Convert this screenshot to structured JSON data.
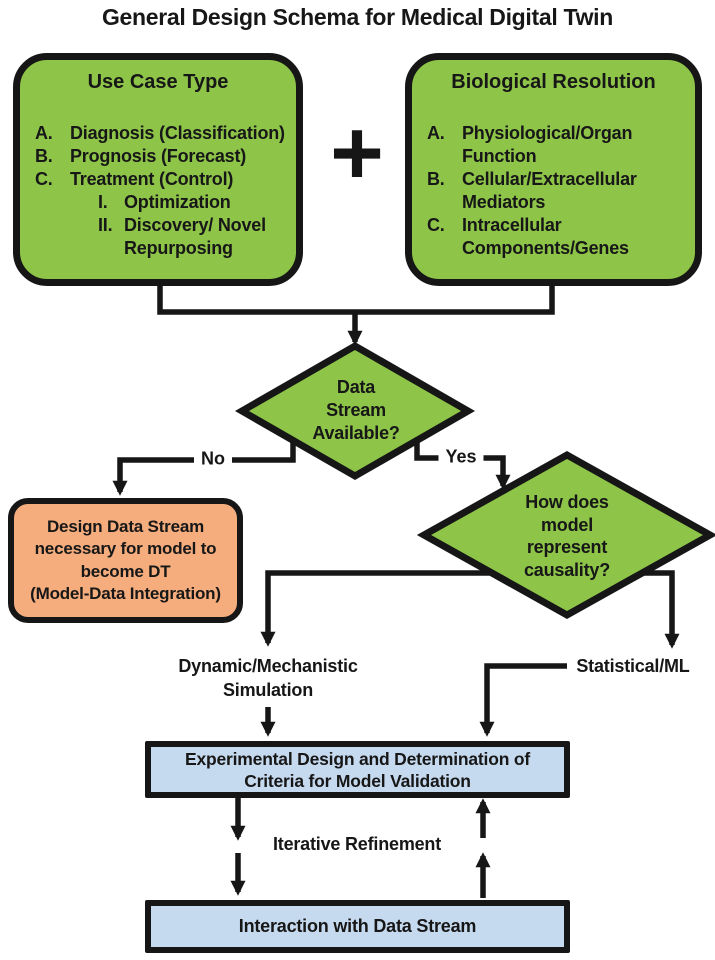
{
  "title": "General Design Schema for Medical Digital Twin",
  "colors": {
    "green": "#8ec549",
    "orange": "#f5ad7d",
    "blue": "#c6daef",
    "line": "#161616",
    "text": "#171717"
  },
  "plus_sign": "+",
  "use_case_box": {
    "title": "Use Case Type",
    "items": [
      {
        "label": "A.",
        "text": "Diagnosis (Classification)"
      },
      {
        "label": "B.",
        "text": "Prognosis (Forecast)"
      },
      {
        "label": "C.",
        "text": "Treatment (Control)"
      }
    ],
    "subitems": [
      {
        "label": "I.",
        "lines": [
          "Optimization"
        ]
      },
      {
        "label": "II.",
        "lines": [
          "Discovery/ Novel",
          "Repurposing"
        ]
      }
    ]
  },
  "bio_resolution_box": {
    "title": "Biological Resolution",
    "items": [
      {
        "label": "A.",
        "lines": [
          "Physiological/Organ",
          "Function"
        ]
      },
      {
        "label": "B.",
        "lines": [
          "Cellular/Extracellular",
          "Mediators"
        ]
      },
      {
        "label": "C.",
        "lines": [
          "Intracellular",
          "Components/Genes"
        ]
      }
    ]
  },
  "decision_data_stream": {
    "lines": [
      "Data",
      "Stream",
      "Available?"
    ]
  },
  "decision_causality": {
    "lines": [
      "How does",
      "model",
      "represent",
      "causality?"
    ]
  },
  "branch_labels": {
    "no": "No",
    "yes": "Yes"
  },
  "design_data_stream_box": {
    "lines": [
      "Design Data Stream",
      "necessary for model to",
      "become DT",
      "(Model-Data Integration)"
    ]
  },
  "path_labels": {
    "dynamic": [
      "Dynamic/Mechanistic",
      "Simulation"
    ],
    "statistical": "Statistical/ML",
    "iterative": "Iterative Refinement"
  },
  "experimental_design_box": {
    "lines": [
      "Experimental Design and Determination of",
      "Criteria for Model Validation"
    ]
  },
  "interaction_box": {
    "text": "Interaction with Data Stream"
  }
}
